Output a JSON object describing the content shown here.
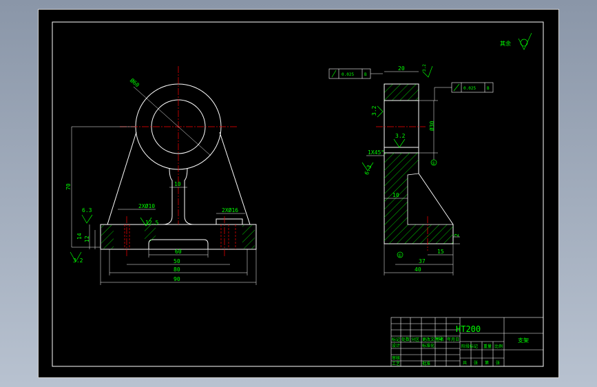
{
  "roughness": {
    "rest_label": "其余",
    "rest_value": "",
    "front_left": "6.3",
    "front_bottom": "3.2",
    "front_mid": "12.5",
    "side_top": "3.2",
    "side_left": "3.2",
    "side_mid": "3.2",
    "side_lower": "6.3"
  },
  "front_view": {
    "dia_outer": "Ø60",
    "dim_height": "70",
    "dim_neck": "10",
    "dim_14": "14",
    "dim_12": "12",
    "hole_left": "2XØ10",
    "hole_right": "2XØ16",
    "dim_60": "60",
    "dim_50": "50",
    "dim_80": "80",
    "dim_90": "90"
  },
  "side_view": {
    "tol_left_value": "0.025",
    "tol_left_datum": "B",
    "tol_right_value": "0.025",
    "tol_right_datum": "B",
    "dim_20": "20",
    "dim_30": "Ø30",
    "chamfer": "1X45°",
    "dim_10": "10",
    "dim_37": "37",
    "dim_15": "15",
    "dim_40": "40",
    "dim_2": "2",
    "datum_a": "①",
    "datum_b": "①"
  },
  "title_block": {
    "material": "HT200",
    "part_name": "支架",
    "row_a": [
      "标记",
      "处数",
      "分区",
      "更改文件号",
      "签名",
      "年月日"
    ],
    "cells": [
      "设计",
      "",
      "标准化",
      "",
      "阶段标记",
      "重量",
      "比例",
      "审核",
      "",
      "",
      "工艺",
      "",
      "批准",
      "",
      "共",
      "张",
      "第",
      "张"
    ]
  }
}
